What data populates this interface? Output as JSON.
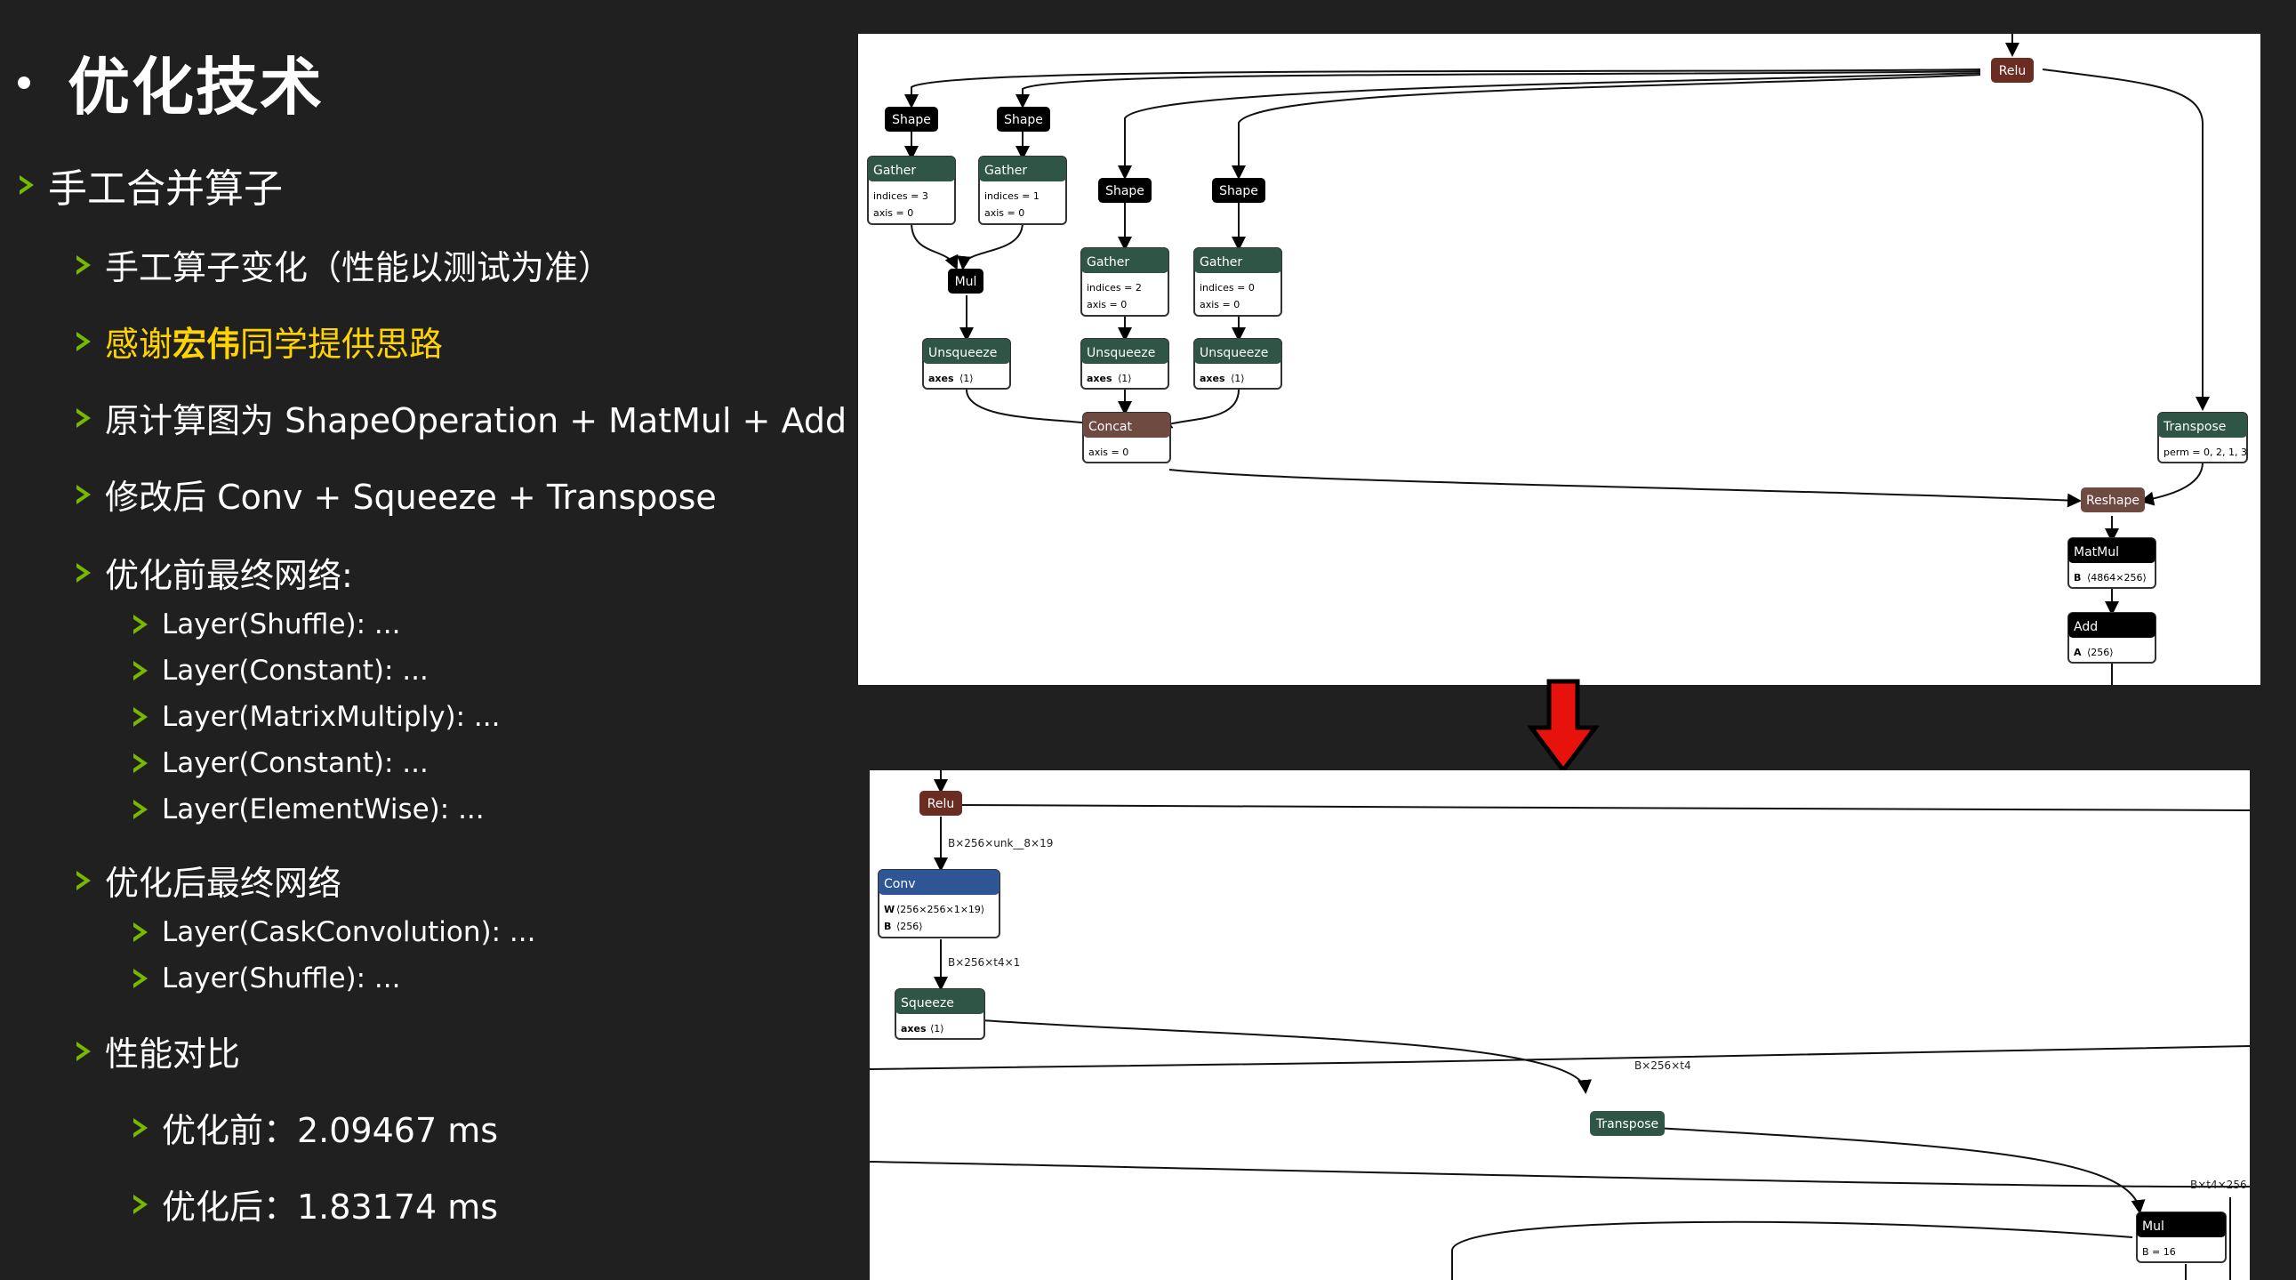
{
  "title": "优化技术",
  "level1": "手工合并算子",
  "items": {
    "change": "手工算子变化（性能以测试为准）",
    "thanks_pre": "感谢",
    "thanks_name": "宏伟",
    "thanks_post": "同学提供思路",
    "original": "原计算图为 ShapeOperation + MatMul + Add",
    "modified": "修改后 Conv + Squeeze + Transpose",
    "before_net": "优化前最终网络:",
    "before_layers": [
      "Layer(Shuffle): ...",
      "Layer(Constant): ...",
      "Layer(MatrixMultiply): ...",
      "Layer(Constant): ...",
      "Layer(ElementWise): ..."
    ],
    "after_net": "优化后最终网络",
    "after_layers": [
      "Layer(CaskConvolution): ...",
      "Layer(Shuffle): ..."
    ],
    "perf": "性能对比",
    "perf_before": "优化前：2.09467 ms",
    "perf_after": "优化后：1.83174 ms"
  },
  "graph_top": {
    "relu": "Relu",
    "shape": "Shape",
    "gather": "Gather",
    "indices3": "indices = 3",
    "indices1": "indices = 1",
    "indices2": "indices = 2",
    "indices0": "indices = 0",
    "axis0": "axis = 0",
    "mul": "Mul",
    "unsqueeze": "Unsqueeze",
    "axes": "axes",
    "axes_val": "⟨1⟩",
    "concat": "Concat",
    "transpose": "Transpose",
    "perm": "perm = 0, 2, 1, 3",
    "reshape": "Reshape",
    "matmul": "MatMul",
    "matmul_b": "B",
    "matmul_b_val": "⟨4864×256⟩",
    "add": "Add",
    "add_a": "A",
    "add_a_val": "⟨256⟩"
  },
  "graph_bottom": {
    "relu": "Relu",
    "edge1": "B×256×unk__8×19",
    "conv": "Conv",
    "conv_w": "W",
    "conv_w_val": "⟨256×256×1×19⟩",
    "conv_b": "B",
    "conv_b_val": "⟨256⟩",
    "edge2": "B×256×t4×1",
    "squeeze": "Squeeze",
    "axes": "axes",
    "axes_val": "⟨1⟩",
    "edge3": "B×256×t4",
    "transpose": "Transpose",
    "edge4": "B×t4×256",
    "mul": "Mul",
    "mul_b": "B = 16"
  },
  "colors": {
    "accent_arrow": "#76b900",
    "highlight": "#ffd400",
    "node_relu": "#6b2c22",
    "node_green": "#2e5545",
    "node_black": "#000000",
    "node_brown": "#6e4a40",
    "node_conv": "#2f5694",
    "big_arrow": "#e8120c"
  }
}
